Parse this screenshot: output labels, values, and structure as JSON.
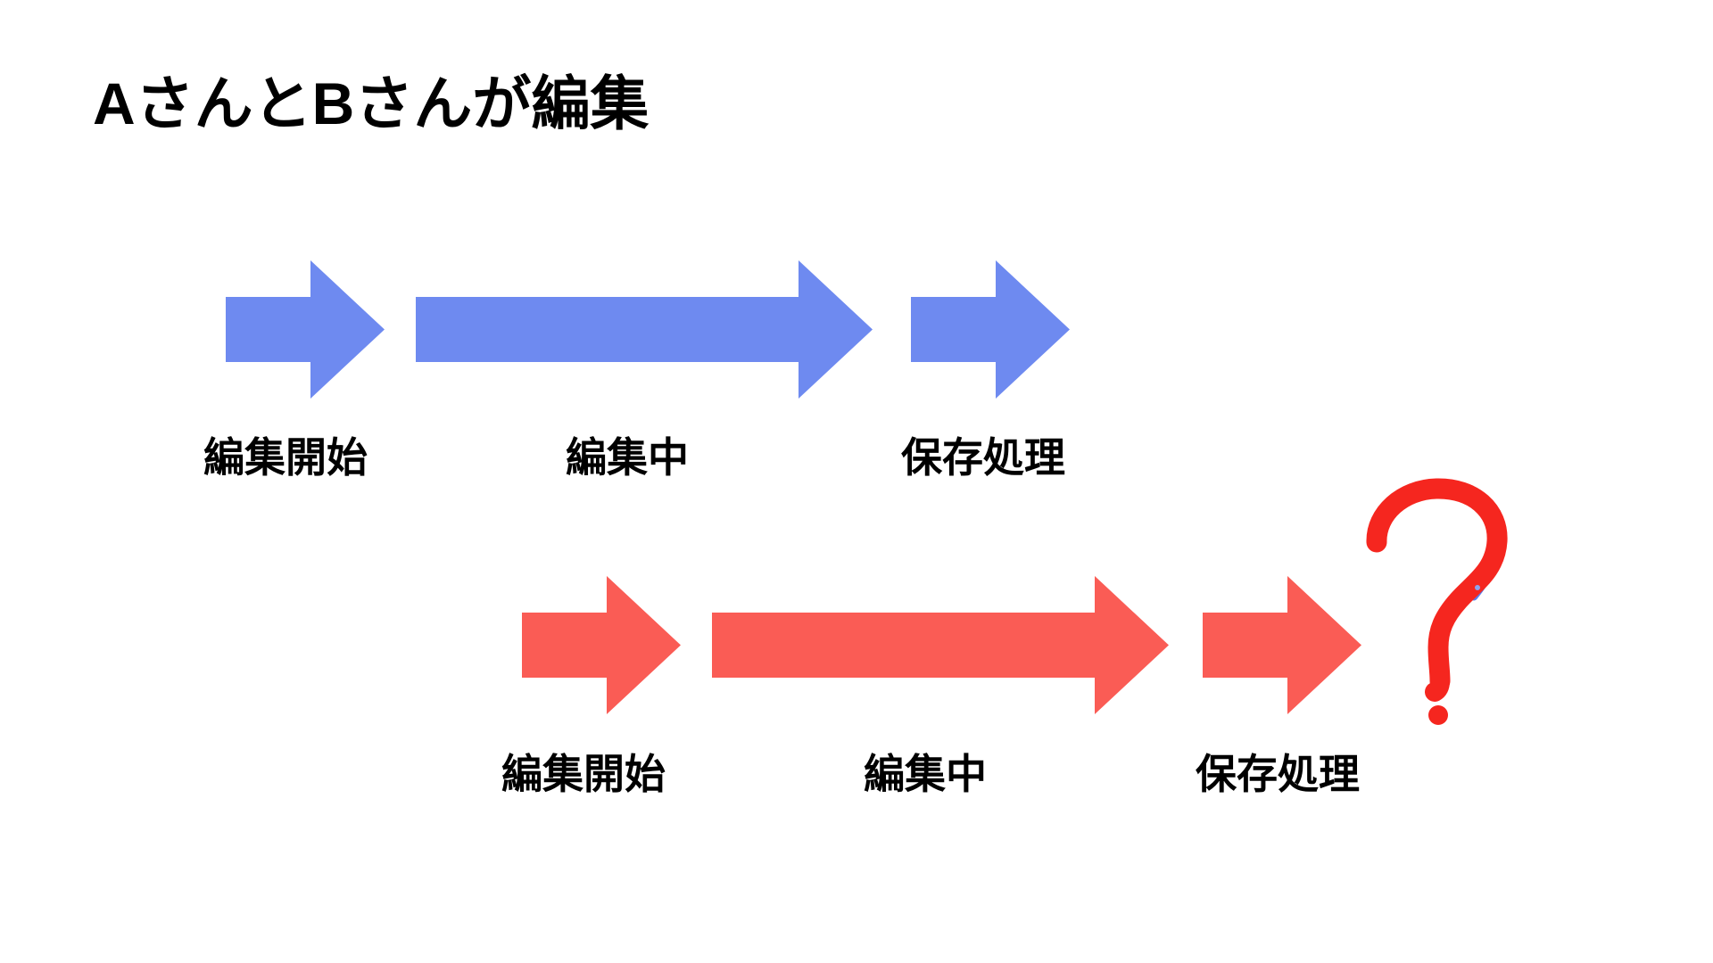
{
  "slide": {
    "title": "AさんとBさんが編集",
    "background_color": "#FFFFFF"
  },
  "colors": {
    "arrow_blue": "#6E8AF0",
    "arrow_red": "#FA5C55",
    "question_red": "#F5261F",
    "question_blue": "#5B7BE8",
    "text": "#000000"
  },
  "rows": [
    {
      "id": "user-a",
      "color": "#6E8AF0",
      "arrows": [
        {
          "name": "arrow-edit-start",
          "kind": "short"
        },
        {
          "name": "arrow-editing",
          "kind": "long"
        },
        {
          "name": "arrow-save-process",
          "kind": "short"
        }
      ],
      "labels": [
        {
          "name": "label-edit-start",
          "text": "編集開始"
        },
        {
          "name": "label-editing",
          "text": "編集中"
        },
        {
          "name": "label-save-process",
          "text": "保存処理"
        }
      ]
    },
    {
      "id": "user-b",
      "color": "#FA5C55",
      "arrows": [
        {
          "name": "arrow-edit-start",
          "kind": "short"
        },
        {
          "name": "arrow-editing",
          "kind": "long"
        },
        {
          "name": "arrow-save-process",
          "kind": "short"
        }
      ],
      "labels": [
        {
          "name": "label-edit-start",
          "text": "編集開始"
        },
        {
          "name": "label-editing",
          "text": "編集中"
        },
        {
          "name": "label-save-process",
          "text": "保存処理"
        }
      ],
      "annotation": {
        "name": "question-mark-annotation",
        "glyph": "?"
      }
    }
  ]
}
